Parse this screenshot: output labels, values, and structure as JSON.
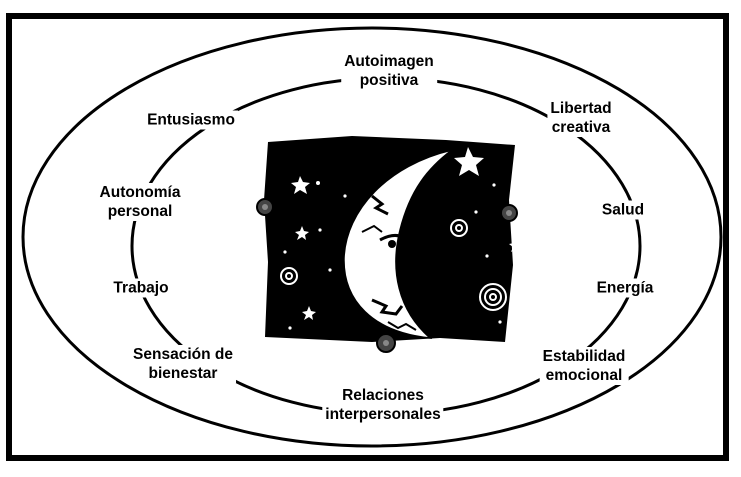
{
  "colors": {
    "ink": "#000000",
    "paper": "#ffffff"
  },
  "center_image": {
    "icon": "crescent-moon-face-icon"
  },
  "labels": {
    "autoimagen": {
      "line1": "Autoimagen",
      "line2": "positiva"
    },
    "libertad": {
      "line1": "Libertad",
      "line2": "creativa"
    },
    "salud": {
      "line1": "Salud"
    },
    "energia": {
      "line1": "Energía"
    },
    "estabilidad": {
      "line1": "Estabilidad",
      "line2": "emocional"
    },
    "relaciones": {
      "line1": "Relaciones",
      "line2": "interpersonales"
    },
    "sensacion": {
      "line1": "Sensación de",
      "line2": "bienestar"
    },
    "trabajo": {
      "line1": "Trabajo"
    },
    "autonomia": {
      "line1": "Autonomía",
      "line2": "personal"
    },
    "entusiasmo": {
      "line1": "Entusiasmo"
    }
  }
}
